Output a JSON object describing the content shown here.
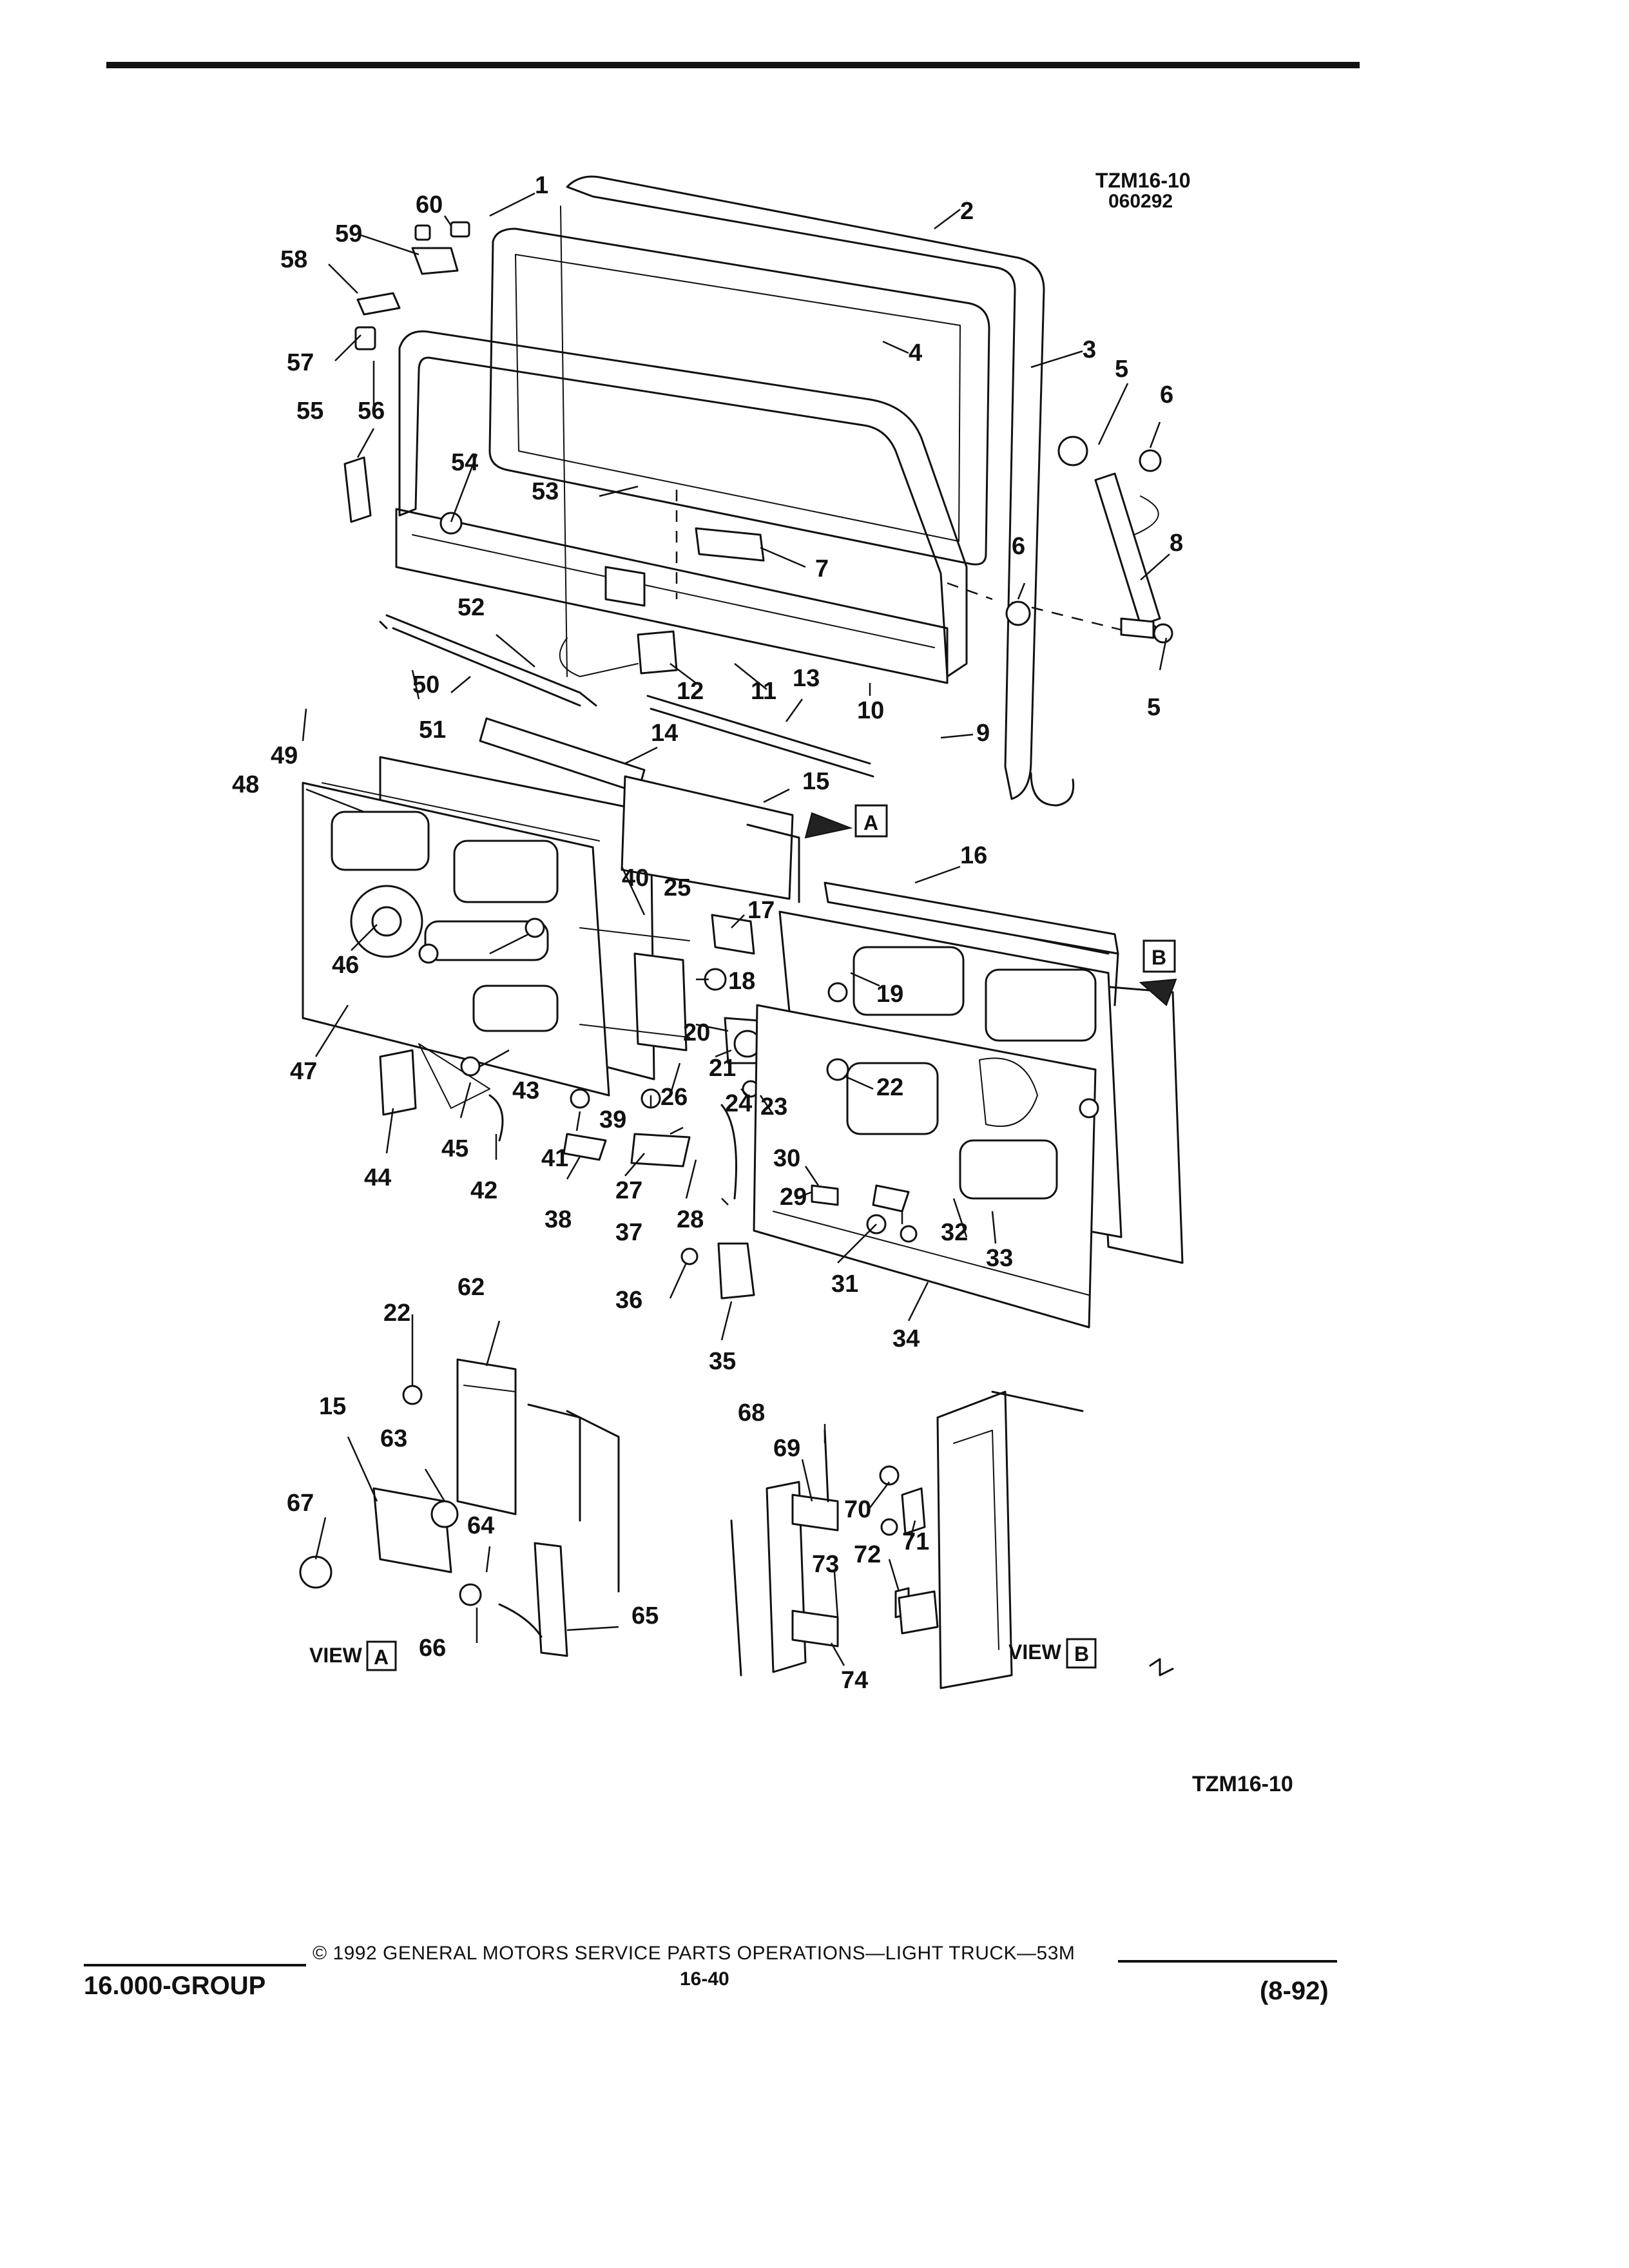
{
  "header": {
    "drawing_id_top": "TZM16-10",
    "drawing_date": "060292"
  },
  "drawing_id_bottom": "TZM16-10",
  "views": {
    "view_a_word": "VIEW",
    "view_a_letter": "A",
    "view_b_word": "VIEW",
    "view_b_letter": "B",
    "arrow_a_letter": "A",
    "arrow_b_letter": "B"
  },
  "callouts": [
    "1",
    "2",
    "3",
    "4",
    "5",
    "5",
    "6",
    "6",
    "7",
    "8",
    "9",
    "10",
    "11",
    "12",
    "13",
    "14",
    "15",
    "15",
    "16",
    "17",
    "18",
    "19",
    "20",
    "21",
    "22",
    "22",
    "23",
    "24",
    "25",
    "26",
    "27",
    "28",
    "29",
    "30",
    "31",
    "32",
    "33",
    "34",
    "35",
    "36",
    "37",
    "38",
    "39",
    "40",
    "41",
    "42",
    "43",
    "44",
    "45",
    "46",
    "47",
    "48",
    "49",
    "50",
    "51",
    "52",
    "53",
    "54",
    "55",
    "56",
    "57",
    "58",
    "59",
    "60",
    "62",
    "63",
    "64",
    "65",
    "66",
    "67",
    "68",
    "69",
    "70",
    "71",
    "72",
    "73",
    "74"
  ],
  "footer": {
    "group": "16.000-GROUP",
    "copyright": "© 1992  GENERAL MOTORS SERVICE PARTS OPERATIONS—LIGHT TRUCK—53M",
    "page_number": "16-40",
    "revision": "(8-92)"
  }
}
